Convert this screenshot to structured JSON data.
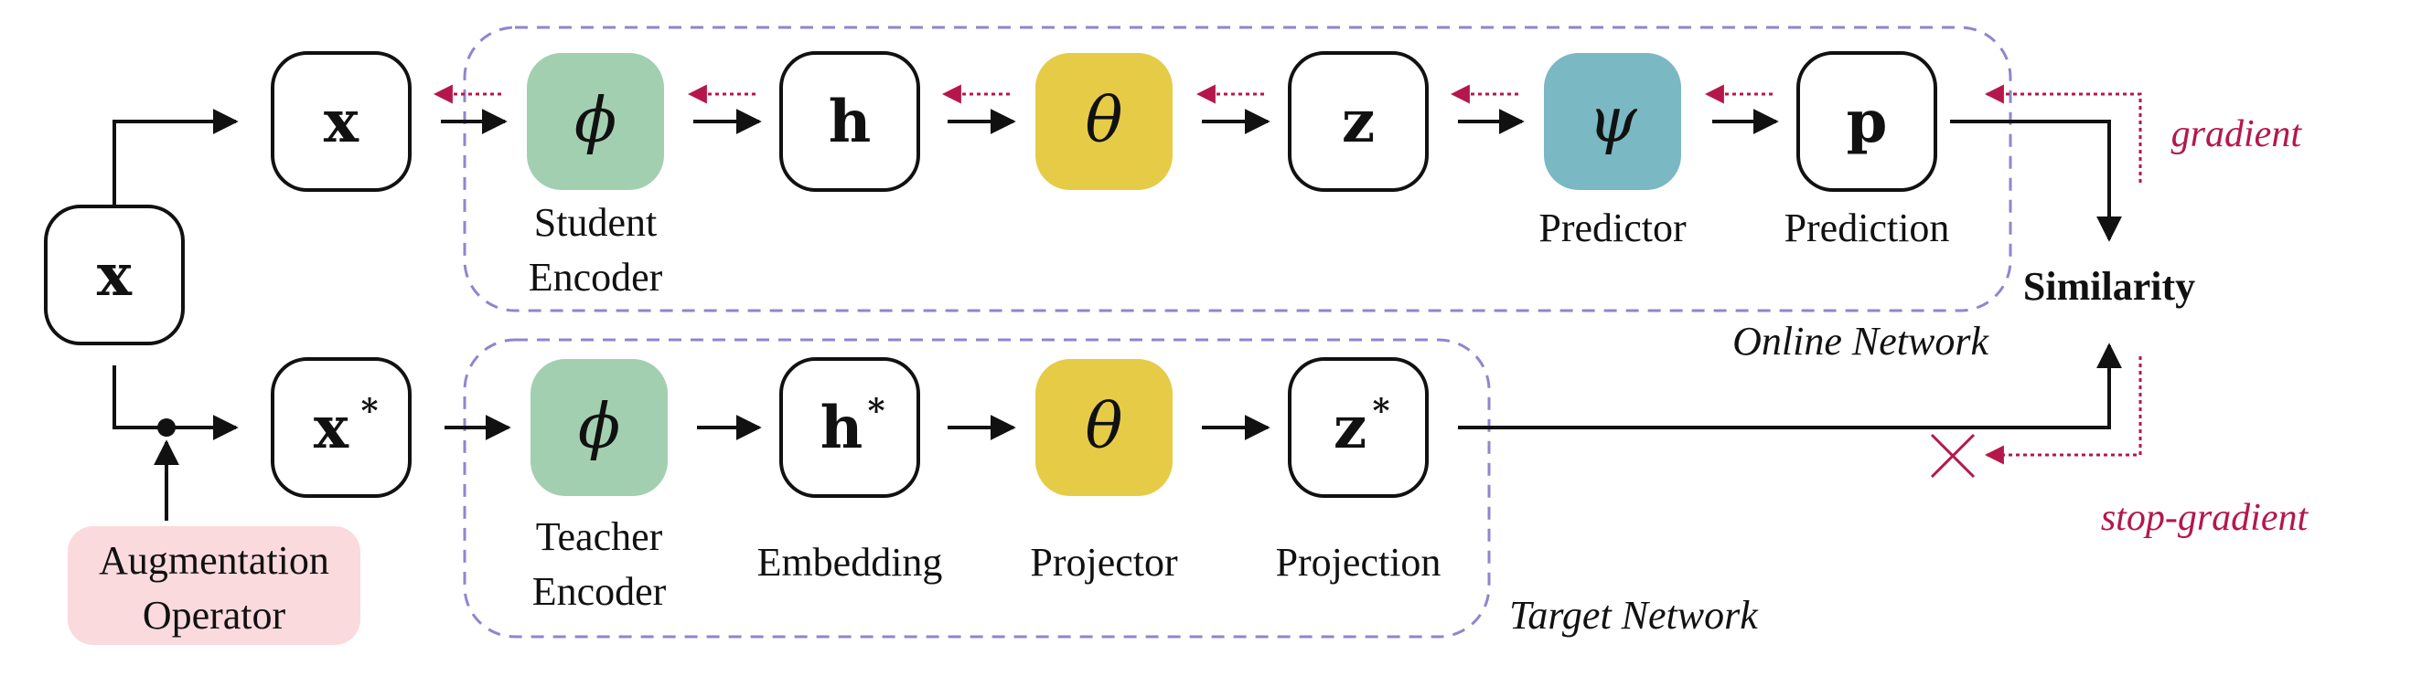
{
  "colors": {
    "green": "#a3cfb1",
    "yellow": "#e6cb47",
    "teal": "#7ab8c3",
    "pink": "#fadadd",
    "dashed_border": "#8e86cf",
    "gradient_red": "#b5174b",
    "stroke": "#111111"
  },
  "nodes": {
    "x_input": "x",
    "x_view": "x",
    "x_star_view": "x",
    "star": "*",
    "student_phi": "ϕ",
    "h": "h",
    "student_theta": "θ",
    "z": "z",
    "psi": "ψ",
    "p": "p",
    "teacher_phi": "ϕ",
    "h_star": "h",
    "teacher_theta": "θ",
    "z_star": "z"
  },
  "captions": {
    "student_encoder_line1": "Student",
    "student_encoder_line2": "Encoder",
    "predictor": "Predictor",
    "prediction": "Prediction",
    "similarity": "Similarity",
    "online_network": "Online Network",
    "teacher_encoder_line1": "Teacher",
    "teacher_encoder_line2": "Encoder",
    "embedding": "Embedding",
    "projector": "Projector",
    "projection": "Projection",
    "target_network": "Target Network",
    "augmentation_line1": "Augmentation",
    "augmentation_line2": "Operator",
    "gradient": "gradient",
    "stop_gradient": "stop-gradient"
  }
}
